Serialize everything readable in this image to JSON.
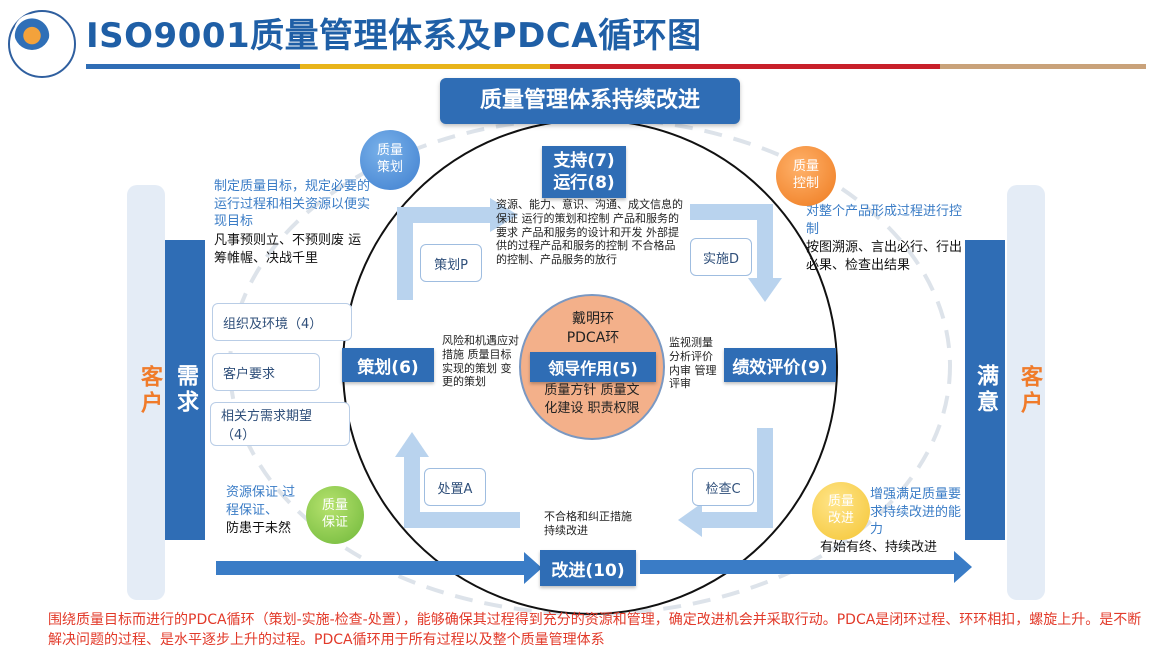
{
  "header": {
    "title": "ISO9001质量管理体系及PDCA循环图"
  },
  "colors": {
    "blue": "#2f6db5",
    "orange": "#f07b2a",
    "red": "#e23a2a",
    "bar_yellow": "#e8b41a",
    "bar_red": "#c8202a",
    "bar_tan": "#c9a27a"
  },
  "diagram": {
    "top_label": "质量管理体系持续改进",
    "left_customer": "客户",
    "left_need": "需求",
    "right_satisfy": "满意",
    "right_customer": "客户",
    "left_notes": {
      "blue": "制定质量目标，规定必要的运行过程和相关资源以便实现目标",
      "black": "凡事预则立、不预则废 运筹帷幄、决战千里"
    },
    "inputs": [
      "组织及环境（4）",
      "客户要求",
      "相关方需求期望（4）"
    ],
    "bottom_left_notes": {
      "blue": "资源保证 过程保证、",
      "black": "防患于未然"
    },
    "right_notes": {
      "blue": "对整个产品形成过程进行控制",
      "black": "按图溯源、言出必行、行出必果、检查出结果"
    },
    "bottom_right_notes": {
      "blue": "增强满足质量要求持续改进的能力",
      "black": "有始有终、持续改进"
    },
    "circles": {
      "plan": "质量策划",
      "control": "质量控制",
      "assurance": "质量保证",
      "improvement": "质量改进"
    },
    "boxes": {
      "support": "支持(7) 运行(8)",
      "planning": "策划(6)",
      "evaluation": "绩效评价(9)",
      "improvement": "改进(10)"
    },
    "pdca": {
      "plan": "策划P",
      "do": "实施D",
      "check": "检查C",
      "act": "处置A"
    },
    "center": {
      "top": "戴明环 PDCA环",
      "middle": "领导作用(5)",
      "bottom": "质量方针 质量文化建设 职责权限"
    },
    "support_details": "资源、能力、意识、沟通、成文信息的保证 运行的策划和控制 产品和服务的要求 产品和服务的设计和开发 外部提供的过程产品和服务的控制 不合格品的控制、产品服务的放行",
    "planning_details": "风险和机遇应对措施 质量目标实现的策划 变更的策划",
    "evaluation_details": "监视测量 分析评价 内审 管理评审",
    "improvement_details": "不合格和纠正措施 持续改进"
  },
  "footer": {
    "text": "围绕质量目标而进行的PDCA循环（策划-实施-检查-处置），能够确保其过程得到充分的资源和管理，确定改进机会并采取行动。PDCA是闭环过程、环环相扣，螺旋上升。是不断解决问题的过程、是水平逐步上升的过程。PDCA循环用于所有过程以及整个质量管理体系"
  }
}
